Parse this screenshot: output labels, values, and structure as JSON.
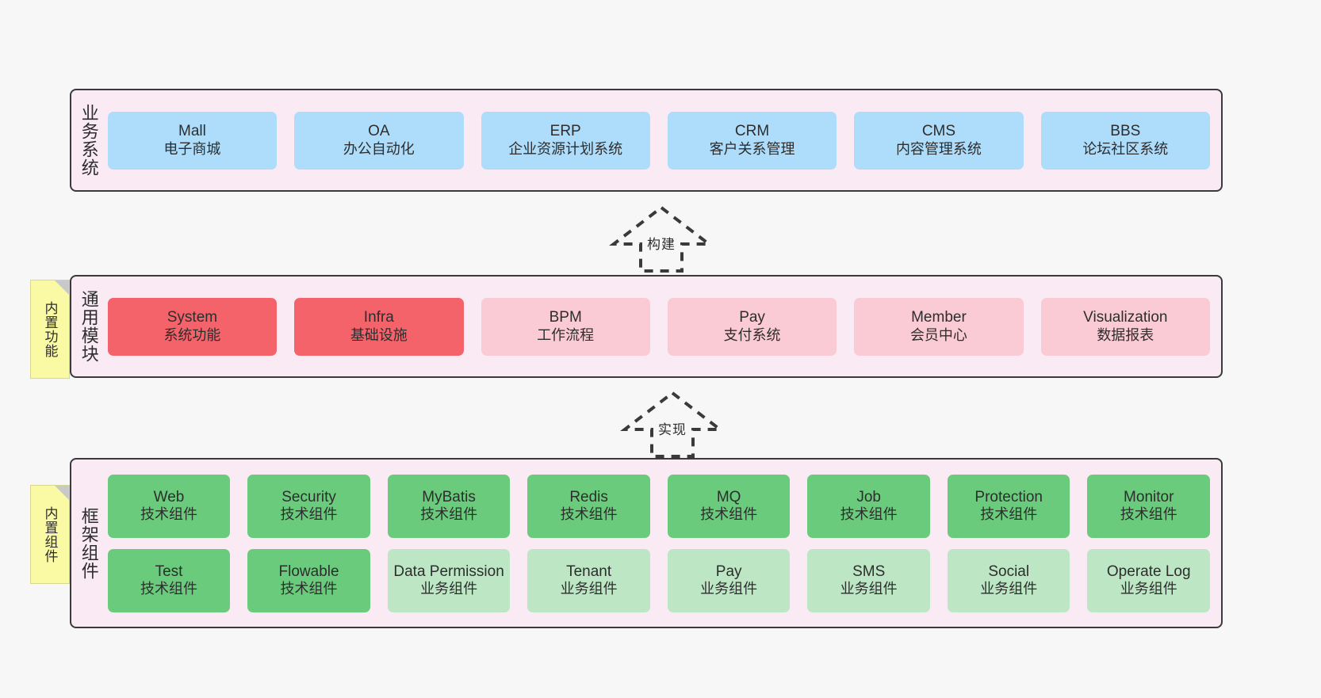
{
  "diagram": {
    "background_color": "#F7F7F7",
    "panel_color": "#F9EAF3",
    "panel_border_color": "#3A3A3A",
    "note_color": "#FBFAA4"
  },
  "notes": [
    {
      "name": "builtin-functions",
      "text": "内置功能"
    },
    {
      "name": "builtin-components",
      "text": "内置组件"
    }
  ],
  "arrows": [
    {
      "name": "build-arrow",
      "label": "构建"
    },
    {
      "name": "implement-arrow",
      "label": "实现"
    }
  ],
  "layers": [
    {
      "id": "business",
      "title": "业务系统",
      "color": "#ADDDFB",
      "rows": [
        [
          {
            "en": "Mall",
            "cn": "电子商城",
            "style": "blue"
          },
          {
            "en": "OA",
            "cn": "办公自动化",
            "style": "blue"
          },
          {
            "en": "ERP",
            "cn": "企业资源计划系统",
            "style": "blue"
          },
          {
            "en": "CRM",
            "cn": "客户关系管理",
            "style": "blue"
          },
          {
            "en": "CMS",
            "cn": "内容管理系统",
            "style": "blue"
          },
          {
            "en": "BBS",
            "cn": "论坛社区系统",
            "style": "blue"
          }
        ]
      ]
    },
    {
      "id": "modules",
      "title": "通用模块",
      "color": "#F4626A",
      "rows": [
        [
          {
            "en": "System",
            "cn": "系统功能",
            "style": "red"
          },
          {
            "en": "Infra",
            "cn": "基础设施",
            "style": "red"
          },
          {
            "en": "BPM",
            "cn": "工作流程",
            "style": "pink"
          },
          {
            "en": "Pay",
            "cn": "支付系统",
            "style": "pink"
          },
          {
            "en": "Member",
            "cn": "会员中心",
            "style": "pink"
          },
          {
            "en": "Visualization",
            "cn": "数据报表",
            "style": "pink"
          }
        ]
      ]
    },
    {
      "id": "framework",
      "title": "框架组件",
      "color": "#6ACB7D",
      "rows": [
        [
          {
            "en": "Web",
            "cn": "技术组件",
            "style": "green"
          },
          {
            "en": "Security",
            "cn": "技术组件",
            "style": "green"
          },
          {
            "en": "MyBatis",
            "cn": "技术组件",
            "style": "green"
          },
          {
            "en": "Redis",
            "cn": "技术组件",
            "style": "green"
          },
          {
            "en": "MQ",
            "cn": "技术组件",
            "style": "green"
          },
          {
            "en": "Job",
            "cn": "技术组件",
            "style": "green"
          },
          {
            "en": "Protection",
            "cn": "技术组件",
            "style": "green"
          },
          {
            "en": "Monitor",
            "cn": "技术组件",
            "style": "green"
          }
        ],
        [
          {
            "en": "Test",
            "cn": "技术组件",
            "style": "green"
          },
          {
            "en": "Flowable",
            "cn": "技术组件",
            "style": "green"
          },
          {
            "en": "Data Permission",
            "cn": "业务组件",
            "style": "lightgreen"
          },
          {
            "en": "Tenant",
            "cn": "业务组件",
            "style": "lightgreen"
          },
          {
            "en": "Pay",
            "cn": "业务组件",
            "style": "lightgreen"
          },
          {
            "en": "SMS",
            "cn": "业务组件",
            "style": "lightgreen"
          },
          {
            "en": "Social",
            "cn": "业务组件",
            "style": "lightgreen"
          },
          {
            "en": "Operate Log",
            "cn": "业务组件",
            "style": "lightgreen"
          }
        ]
      ]
    }
  ]
}
